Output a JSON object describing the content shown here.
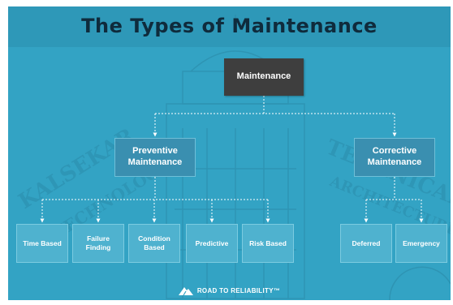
{
  "title": "The Types of Maintenance",
  "root": {
    "label": "Maintenance"
  },
  "branches": [
    {
      "id": "preventive",
      "label": "Preventive Maintenance",
      "children": [
        "Time Based",
        "Failure Finding",
        "Condition Based",
        "Predictive",
        "Risk Based"
      ]
    },
    {
      "id": "corrective",
      "label": "Corrective Maintenance",
      "children": [
        "Deferred",
        "Emergency"
      ]
    }
  ],
  "watermark": {
    "lines": [
      "KALSEKAR",
      "& TECHNOLOGY",
      "TECHNICAL",
      "ARCHITECTURE"
    ]
  },
  "footer": {
    "logo_icon": "road-mountain-icon",
    "text": "ROAD TO RELIABILITY™"
  },
  "colors": {
    "background": "#33a3c4",
    "root_box": "#3e3e3e",
    "branch_box": "#3a8fb0",
    "leaf_box": "#4fb2cf",
    "title_text": "#0f2b3c"
  }
}
